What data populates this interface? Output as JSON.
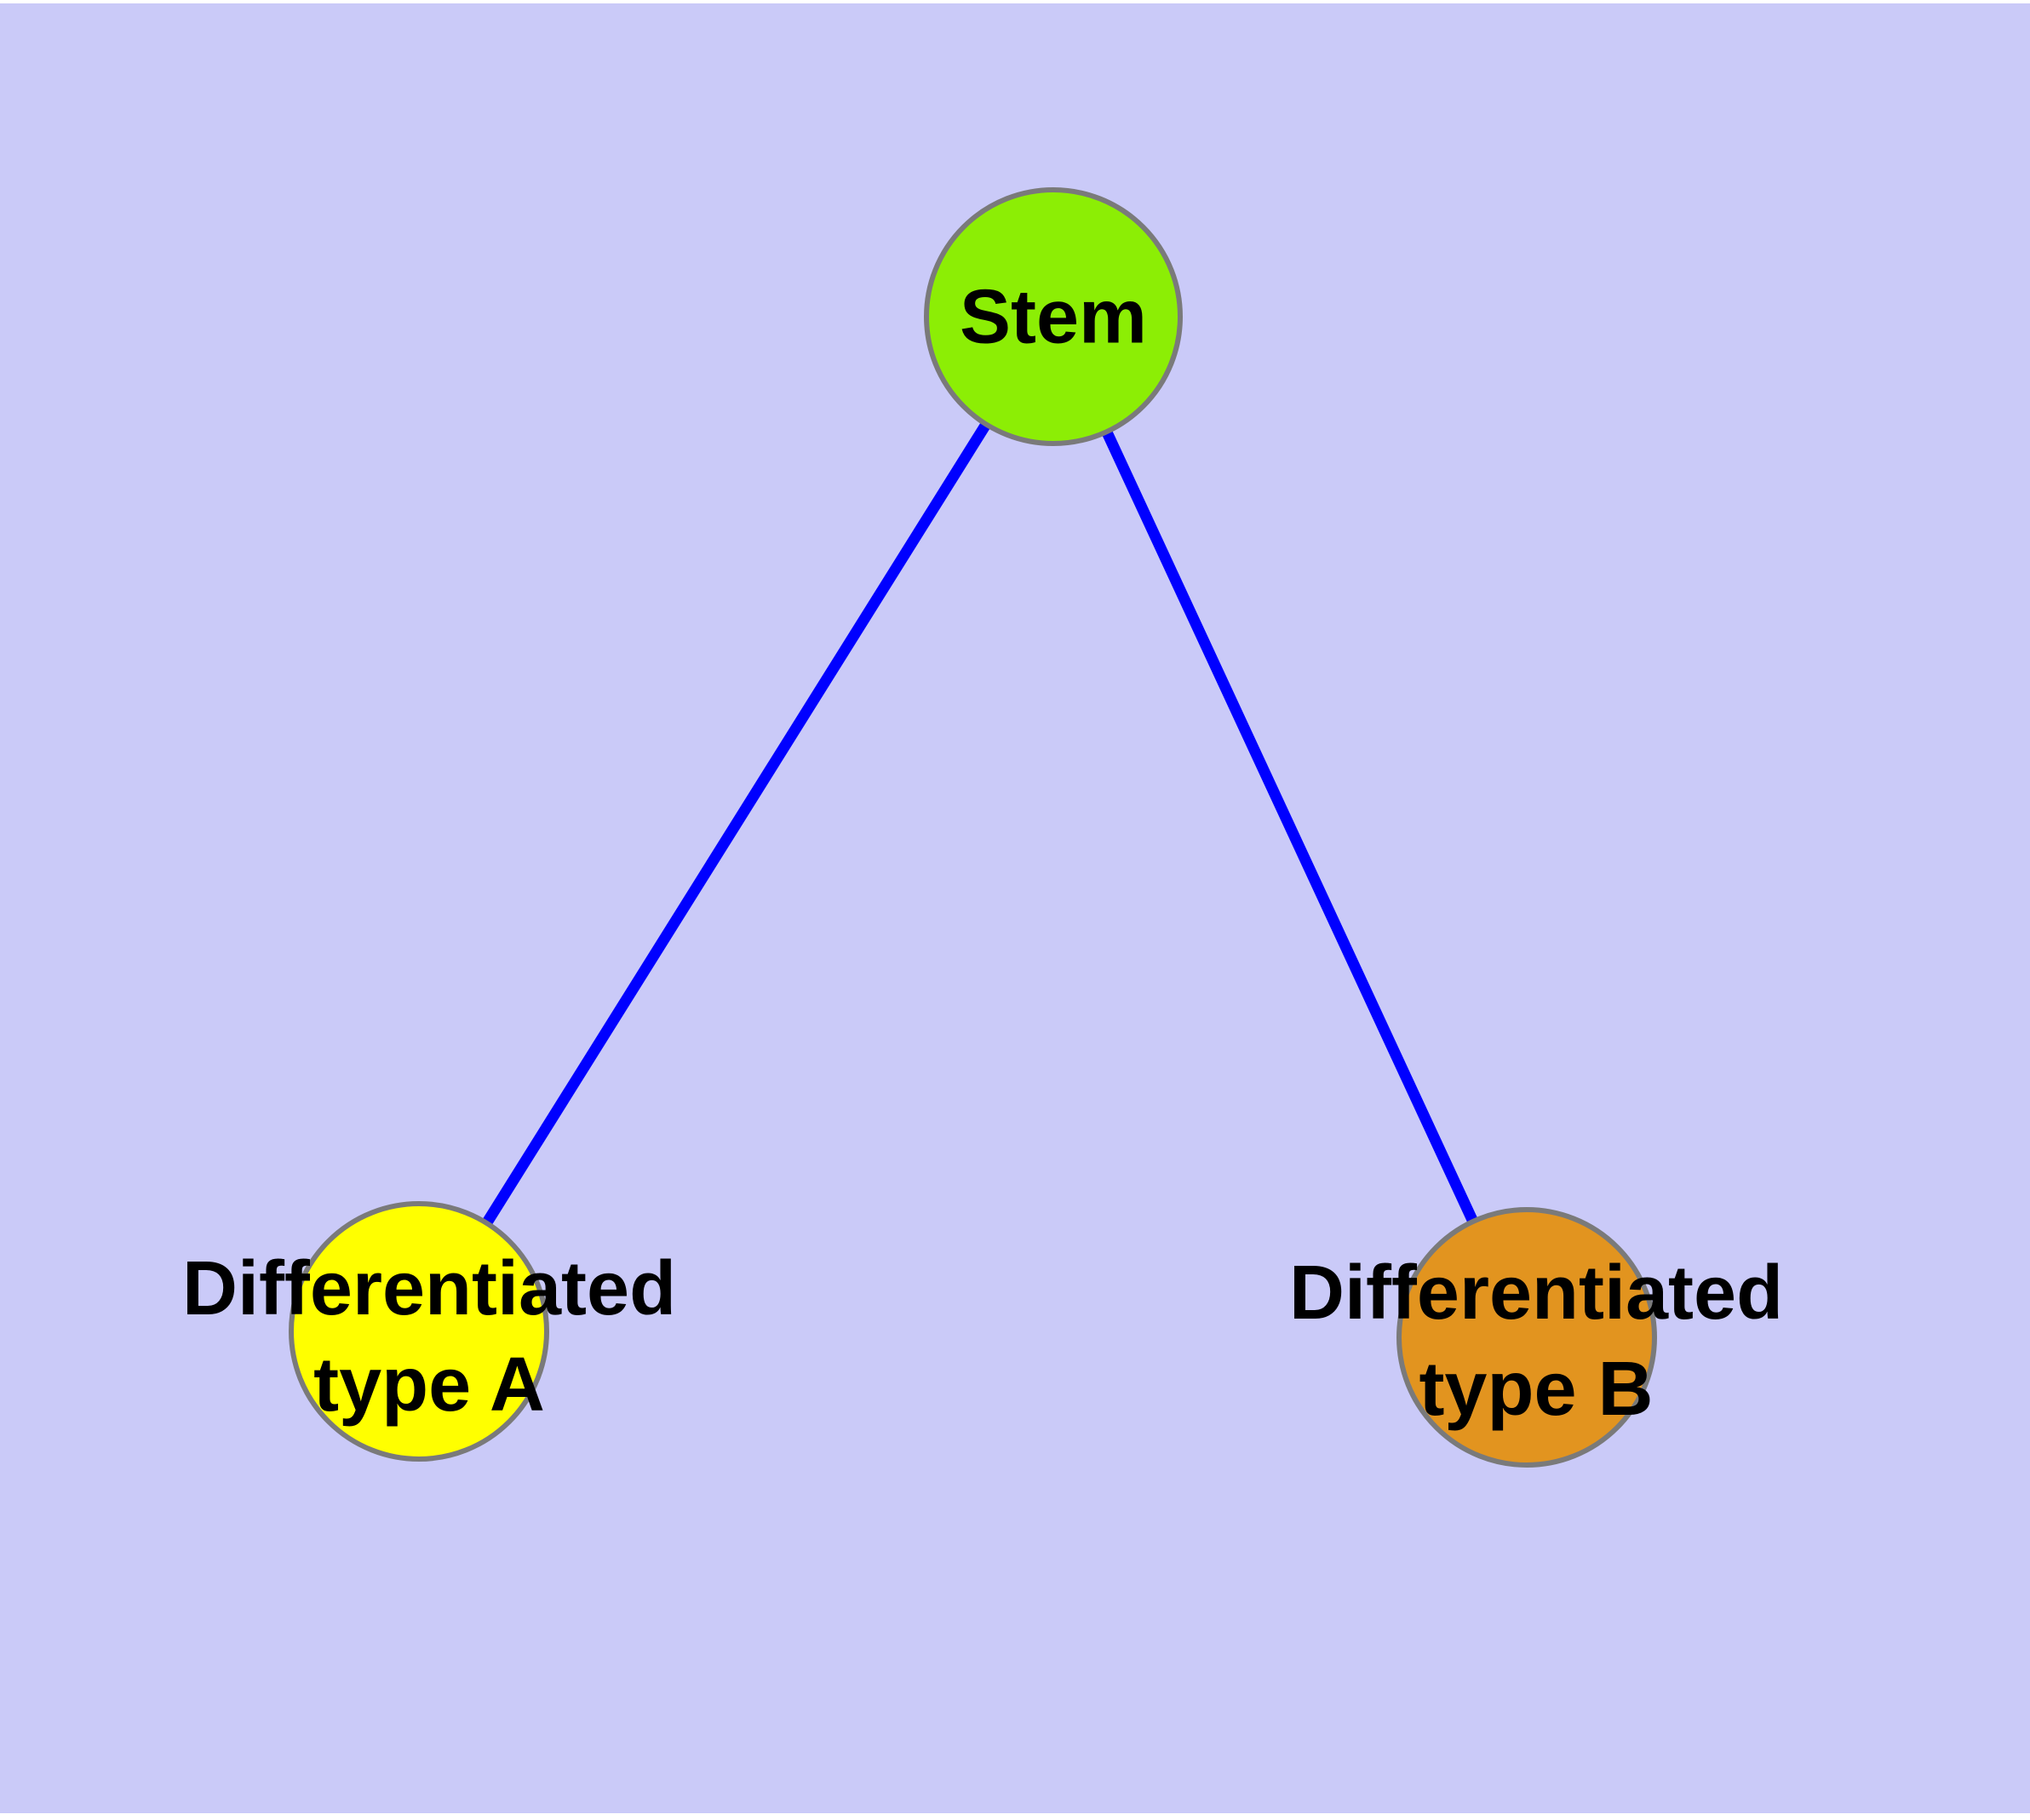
{
  "diagram": {
    "type": "graph",
    "background_color": "#cacaf8",
    "page_margin_color": "#ffffff",
    "edge_color": "#0000ff",
    "node_border_color": "#7a7a7a",
    "label_color": "#000000",
    "nodes": [
      {
        "id": "stem",
        "label": "Stem",
        "fill": "#8cee05"
      },
      {
        "id": "diff-a",
        "label": "Differentiated\ntype A",
        "fill": "#ffff00"
      },
      {
        "id": "diff-b",
        "label": "Differentiated\ntype B",
        "fill": "#e2941f"
      }
    ],
    "edges": [
      {
        "from": "stem",
        "to": "diff-a"
      },
      {
        "from": "stem",
        "to": "diff-b"
      }
    ]
  }
}
